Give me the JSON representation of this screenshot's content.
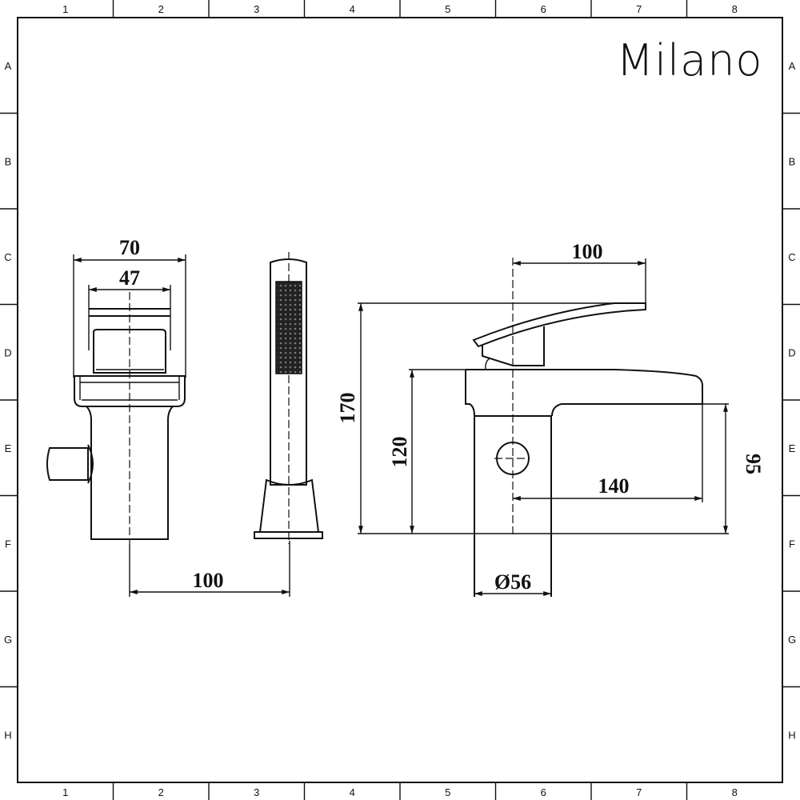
{
  "brand": {
    "logo_text": "Milano"
  },
  "grid": {
    "columns": [
      "1",
      "2",
      "3",
      "4",
      "5",
      "6",
      "7",
      "8"
    ],
    "rows": [
      "A",
      "B",
      "C",
      "D",
      "E",
      "F",
      "G",
      "H"
    ]
  },
  "dimensions": {
    "front_width": "70",
    "handle_width": "47",
    "handset_spacing": "100",
    "spout_lever_reach": "100",
    "total_height": "170",
    "spout_height": "120",
    "spout_underside_height": "95",
    "spout_reach": "140",
    "body_diameter": "Ø56"
  }
}
